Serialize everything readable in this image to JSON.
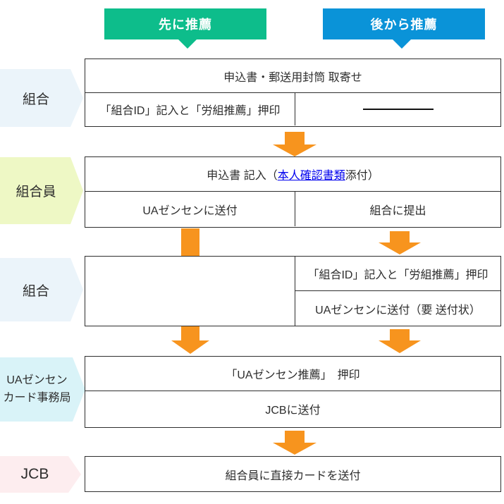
{
  "colors": {
    "green_header": "#0dbd8b",
    "blue_header": "#0a93d8",
    "arrow_orange": "#f7941e",
    "label_union_bg": "#ebf4fa",
    "label_member_bg": "#eef8c5",
    "label_office_bg": "#d9f3f8",
    "label_jcb_bg": "#fdedef",
    "box_border": "#2e2e2e",
    "link_blue": "#0000ee"
  },
  "headers": {
    "first": {
      "label": "先に推薦"
    },
    "later": {
      "label": "後から推薦"
    }
  },
  "actors": {
    "union1": "組合",
    "member": "組合員",
    "union2": "組合",
    "office_line1": "UAゼンセン",
    "office_line2": "カード事務局",
    "jcb": "JCB"
  },
  "steps": {
    "r1_full": "申込書・郵送用封筒 取寄せ",
    "r1_left": "「組合ID」記入と「労組推薦」押印",
    "r2_pre": "申込書 記入（",
    "r2_link": "本人確認書類",
    "r2_post": " 添付）",
    "r2_left": "UAゼンセンに送付",
    "r2_right": "組合に提出",
    "r3_right_top": "「組合ID」記入と「労組推薦」押印",
    "r3_right_bottom": "UAゼンセンに送付（要 送付状）",
    "r4_top": "「UAゼンセン推薦」　押印",
    "r4_bottom": "JCBに送付",
    "r5_full": "組合員に直接カードを送付"
  }
}
